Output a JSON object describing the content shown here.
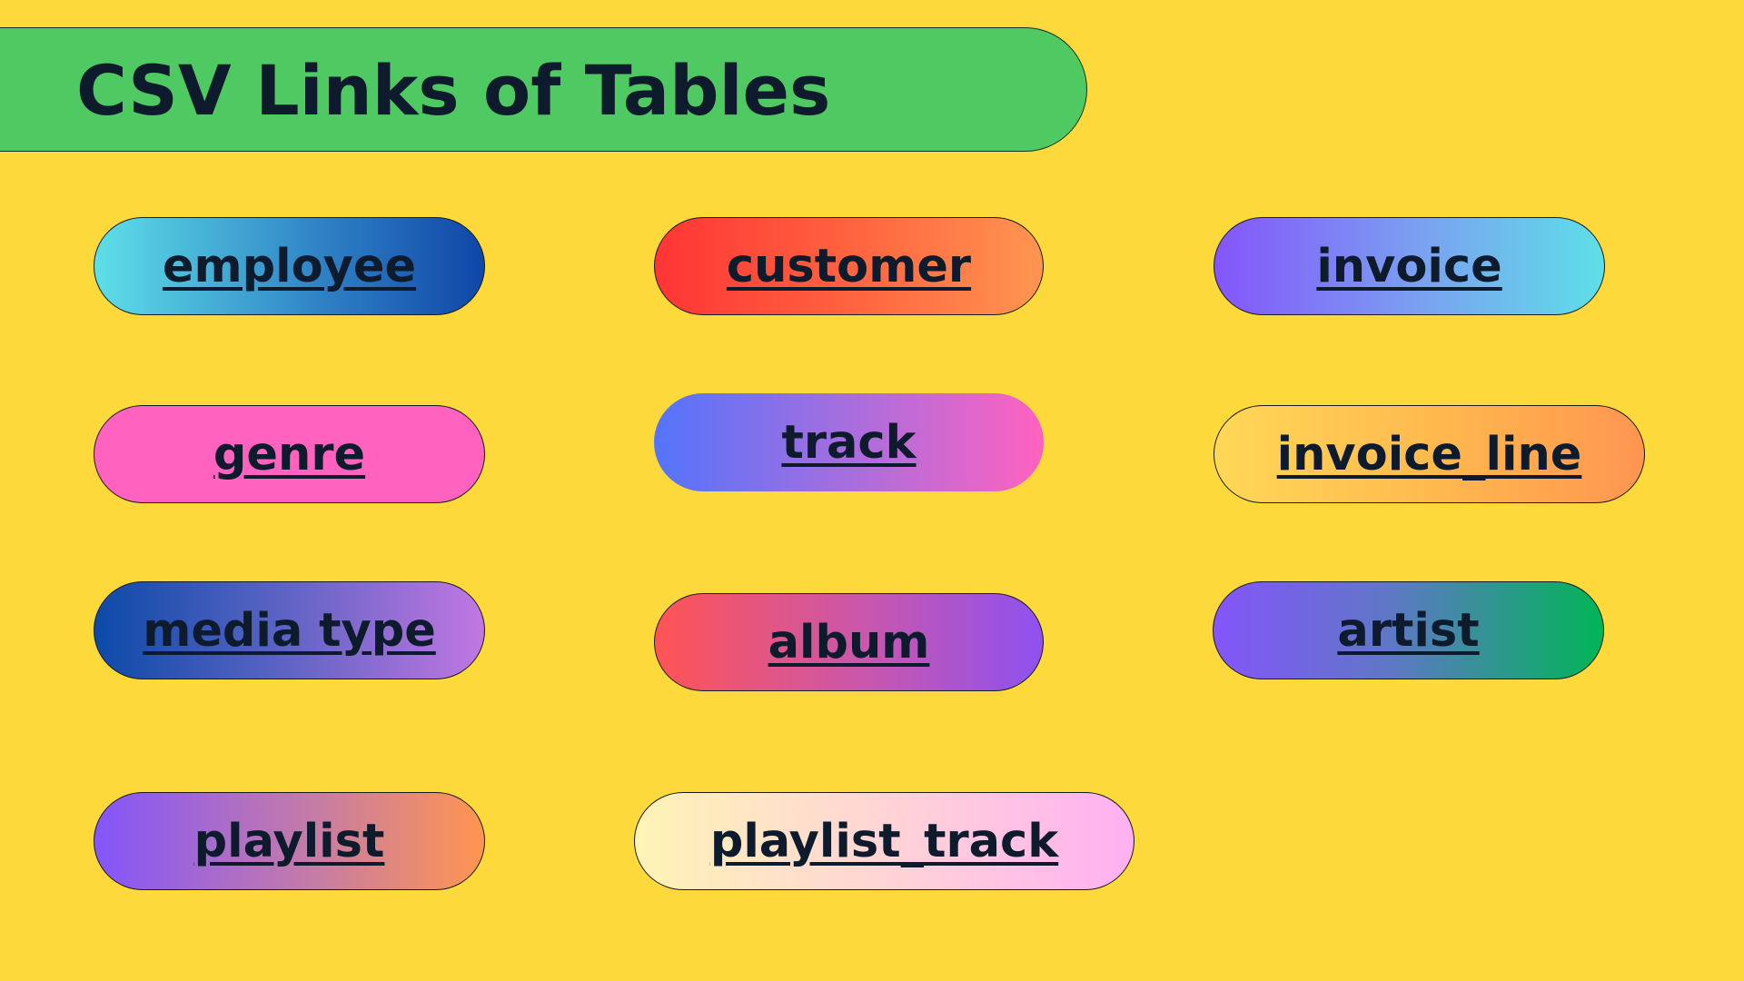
{
  "page": {
    "title": "CSV Links of Tables"
  },
  "links": {
    "employee": "employee",
    "customer": "customer",
    "invoice": "invoice",
    "genre": "genre",
    "track": "track",
    "invoice_line": "invoice_line",
    "media_type": "media type",
    "album": "album",
    "artist": "artist",
    "playlist": "playlist",
    "playlist_track": "playlist_track"
  },
  "colors": {
    "background": "#FDD93B",
    "title_banner": "#4FC962",
    "text": "#0E1B2C"
  }
}
